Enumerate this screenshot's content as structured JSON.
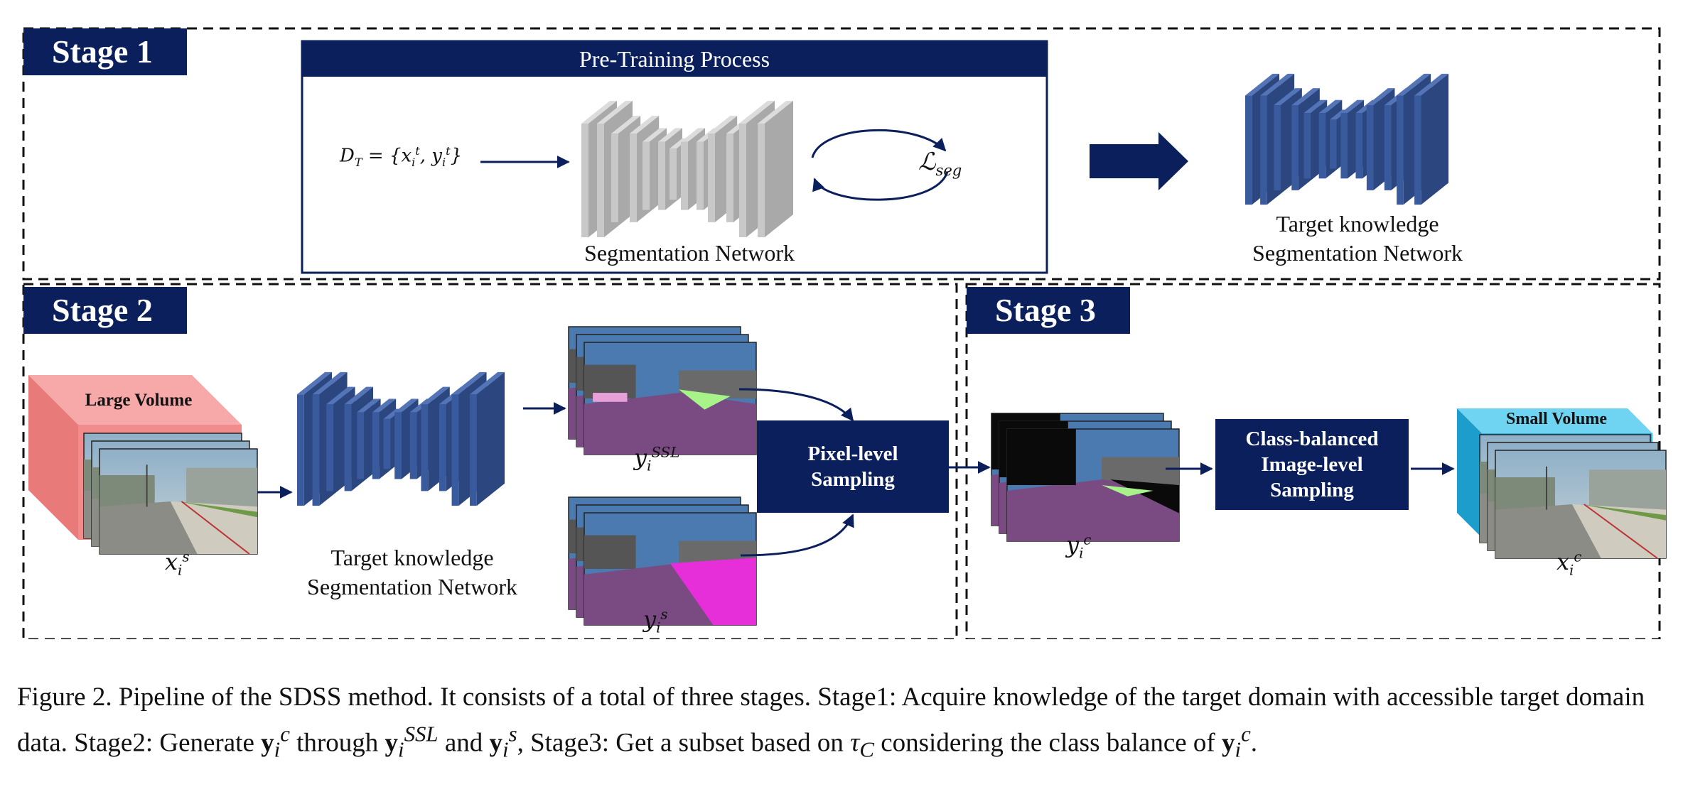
{
  "stage1": {
    "tab": "Stage 1",
    "pretrain_header": "Pre-Training Process",
    "dataset_formula": "D_T = {x_i^t, y_i^t}",
    "loss": "ℒ_seg",
    "seg_network_label": "Segmentation Network",
    "target_network_label_line1": "Target knowledge",
    "target_network_label_line2": "Segmentation Network"
  },
  "stage2": {
    "tab": "Stage 2",
    "large_volume": "Large Volume",
    "source_image_var": "x_i^s",
    "network_label_line1": "Target knowledge",
    "network_label_line2": "Segmentation Network",
    "ssl_label": "y_i^SSL",
    "source_label": "y_i^s",
    "pixel_sampling_line1": "Pixel-level",
    "pixel_sampling_line2": "Sampling"
  },
  "stage3": {
    "tab": "Stage 3",
    "combined_label": "y_i^c",
    "class_balanced_line1": "Class-balanced",
    "class_balanced_line2": "Image-level",
    "class_balanced_line3": "Sampling",
    "small_volume": "Small Volume",
    "subset_var": "x_i^c"
  },
  "caption": {
    "prefix": "Figure 2.  Pipeline of the SDSS method.  It consists of a total of three stages.  Stage1:  Acquire knowledge of the target domain with accessible target domain data. Stage2: Generate ",
    "mid1": " through ",
    "mid2": " and ",
    "mid3": ", Stage3: Get a subset based on ",
    "mid4": " considering the class balance of ",
    "end": "."
  },
  "colors": {
    "navy": "#0b1f5c",
    "network_blue": "#3a5a9e",
    "network_gray": "#b4b4b4",
    "large_volume": "#f28b8b",
    "small_volume": "#27b3e3",
    "seg_purple": "#7a4a82",
    "seg_magenta": "#e62fd8"
  }
}
